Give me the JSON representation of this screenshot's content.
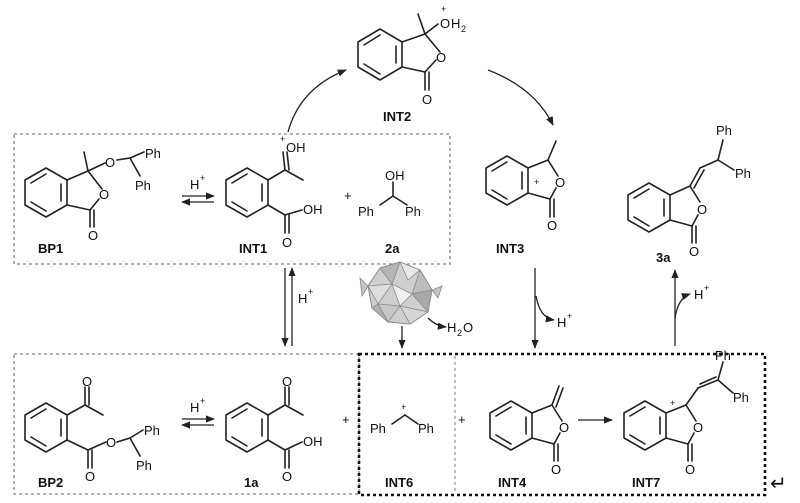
{
  "compounds": {
    "int2": "INT2",
    "bp1": "BP1",
    "int1": "INT1",
    "reagent_2a": "2a",
    "int3": "INT3",
    "product_3a": "3a",
    "bp2": "BP2",
    "sub_1a": "1a",
    "int6": "INT6",
    "int4": "INT4",
    "int7": "INT7"
  },
  "atoms": {
    "O": "O",
    "OH": "OH",
    "Ph": "Ph",
    "plus": "+",
    "H": "H"
  },
  "reagents": {
    "proton": "H",
    "plus": "+",
    "water_h": "H",
    "water_sub": "2",
    "water_o": "O"
  },
  "symbols": {
    "return_mark": "↵"
  }
}
